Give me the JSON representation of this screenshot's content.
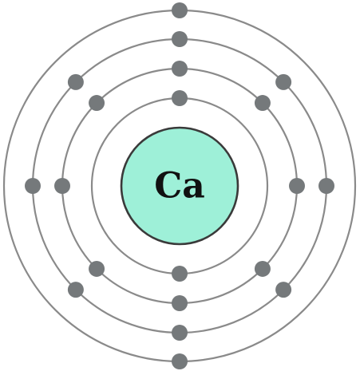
{
  "atom": {
    "symbol": "Ca",
    "nucleus_color": "#9ef0d8",
    "electron_color": "#75797b",
    "shell_color": "#8a8a8a",
    "shells": [
      {
        "electrons": 2
      },
      {
        "electrons": 8
      },
      {
        "electrons": 8
      },
      {
        "electrons": 2
      }
    ]
  }
}
